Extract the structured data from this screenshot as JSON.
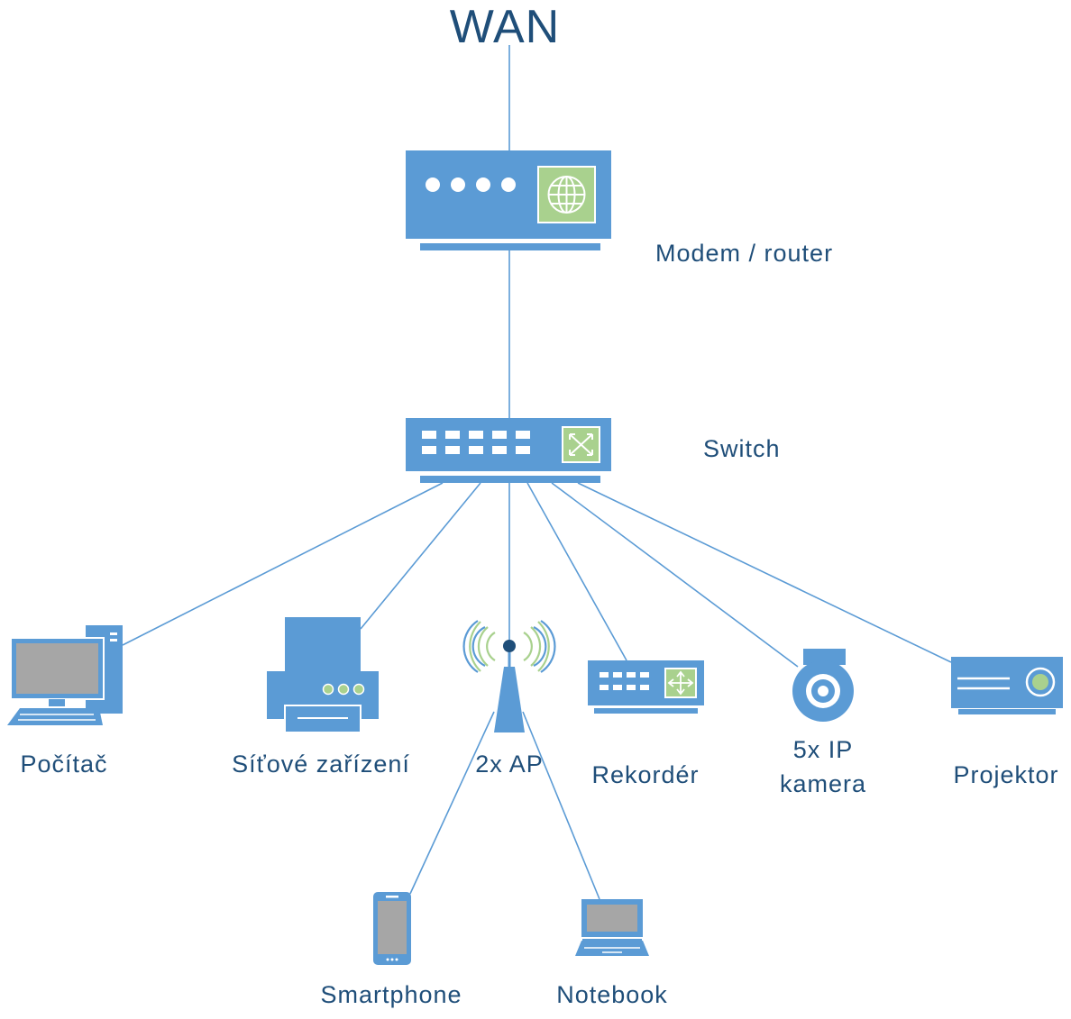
{
  "diagram": {
    "title": "WAN",
    "nodes": {
      "router": {
        "label": "Modem / router",
        "icon": "router-icon"
      },
      "switch": {
        "label": "Switch",
        "icon": "switch-icon"
      },
      "pc": {
        "label": "Počítač",
        "icon": "desktop-computer-icon"
      },
      "printer": {
        "label": "Síťové zařízení",
        "icon": "printer-icon"
      },
      "ap": {
        "label": "2x AP",
        "icon": "wireless-access-point-icon"
      },
      "recorder": {
        "label": "Rekordér",
        "icon": "network-recorder-icon"
      },
      "camera": {
        "label_line1": "5x IP",
        "label_line2": "kamera",
        "icon": "ip-camera-icon"
      },
      "projector": {
        "label": "Projektor",
        "icon": "projector-icon"
      },
      "smartphone": {
        "label": "Smartphone",
        "icon": "smartphone-icon"
      },
      "notebook": {
        "label": "Notebook",
        "icon": "laptop-icon"
      }
    },
    "connections": [
      [
        "wan",
        "router"
      ],
      [
        "router",
        "switch"
      ],
      [
        "switch",
        "pc"
      ],
      [
        "switch",
        "printer"
      ],
      [
        "switch",
        "ap"
      ],
      [
        "switch",
        "recorder"
      ],
      [
        "switch",
        "camera"
      ],
      [
        "switch",
        "projector"
      ],
      [
        "ap",
        "smartphone"
      ],
      [
        "ap",
        "notebook"
      ]
    ],
    "colors": {
      "device_fill": "#5b9bd5",
      "line": "#5b9bd5",
      "accent_green": "#a9d18e",
      "screen_gray": "#a6a6a6",
      "text": "#1f4e79"
    }
  }
}
